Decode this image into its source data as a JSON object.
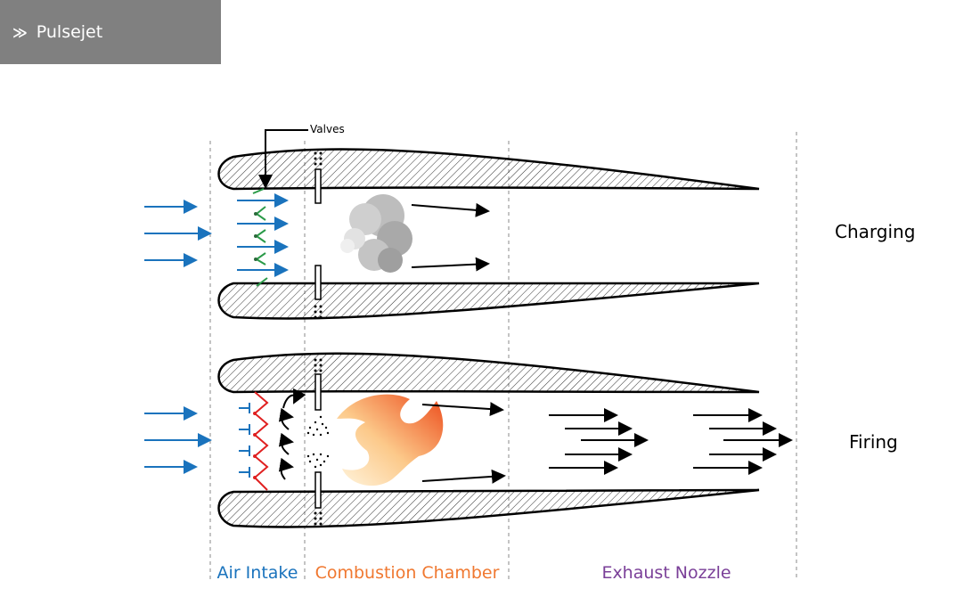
{
  "header": {
    "title": "Pulsejet",
    "icon": "double-chevron-right-icon"
  },
  "labels": {
    "valves": "Valves",
    "charging": "Charging",
    "firing": "Firing",
    "air_intake": "Air Intake",
    "combustion_chamber": "Combustion Chamber",
    "exhaust_nozzle": "Exhaust Nozzle"
  },
  "colors": {
    "header_bg": "#808080",
    "air_intake": "#1a73bd",
    "combustion_chamber": "#f07830",
    "exhaust_nozzle": "#7a3f98",
    "valve_open": "#2a9a48",
    "valve_closed": "#e02020",
    "airflow": "#1a73bd"
  }
}
